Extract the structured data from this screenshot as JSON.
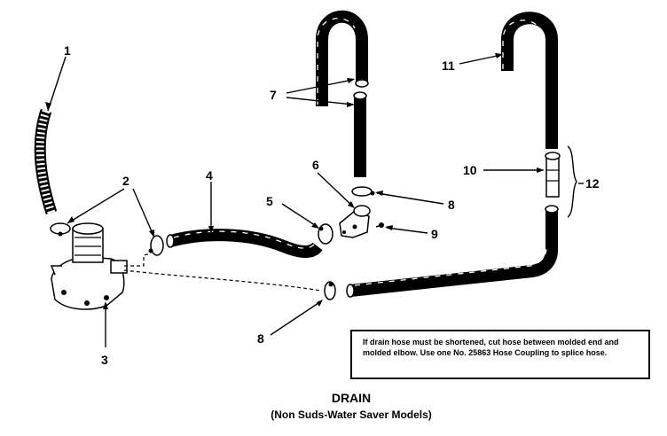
{
  "callouts": {
    "p1": "1",
    "p2": "2",
    "p3": "3",
    "p4": "4",
    "p5": "5",
    "p6": "6",
    "p7": "7",
    "p8_top": "8",
    "p8_bottom": "8",
    "p9": "9",
    "p10": "10",
    "p11": "11",
    "p12": "12"
  },
  "note": "If drain hose must be shortened, cut hose between molded end and molded elbow. Use one No. 25863 Hose Coupling to splice hose.",
  "title": "DRAIN",
  "subtitle": "(Non Suds-Water Saver Models)"
}
